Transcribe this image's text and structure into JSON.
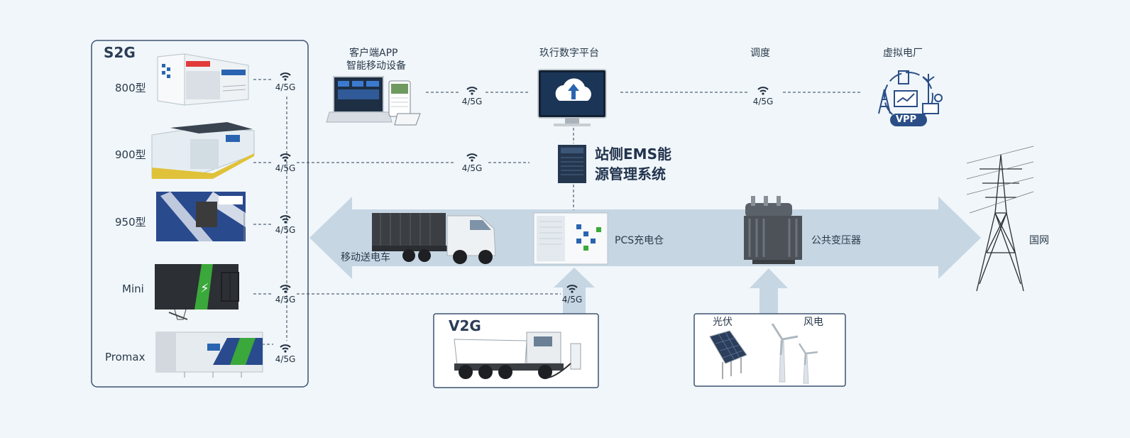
{
  "s2g": {
    "title": "S2G",
    "models": [
      {
        "label": "800型",
        "network": "4/5G"
      },
      {
        "label": "900型",
        "network": "4/5G"
      },
      {
        "label": "950型",
        "network": "4/5G"
      },
      {
        "label": "Mini",
        "network": "4/5G"
      },
      {
        "label": "Promax",
        "network": "4/5G"
      }
    ]
  },
  "top": {
    "client_app_line1": "客户端APP",
    "client_app_line2": "智能移动设备",
    "client_network": "4/5G",
    "platform": "玖行数字平台",
    "dispatch": "调度",
    "dispatch_network": "4/5G",
    "vpp_title": "虚拟电厂",
    "vpp_badge": "VPP"
  },
  "ems": {
    "line1": "站侧EMS能",
    "line2": "源管理系统",
    "network": "4/5G"
  },
  "flow": {
    "mobile_truck": "移动送电车",
    "pcs": "PCS充电仓",
    "transformer": "公共变压器",
    "grid": "国网"
  },
  "v2g": {
    "title": "V2G",
    "network": "4/5G"
  },
  "renewables": {
    "solar": "光伏",
    "wind": "风电"
  },
  "colors": {
    "arrow": "#c6d6e3",
    "box_border": "#3d5470",
    "accent_blue": "#2a64b0",
    "accent_green": "#3aa83a"
  }
}
